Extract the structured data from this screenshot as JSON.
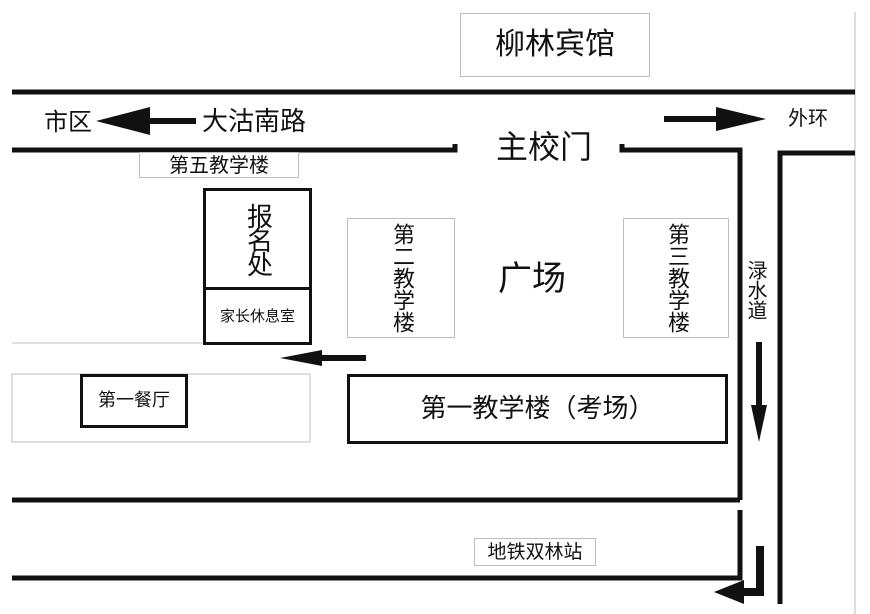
{
  "map": {
    "hotel": "柳林宾馆",
    "road_main": "大沽南路",
    "to_city": "市区",
    "to_outer_ring": "外环",
    "main_gate": "主校门",
    "building_5": "第五教学楼",
    "registration": "报名处",
    "parent_lounge": "家长休息室",
    "building_2": "第二教学楼",
    "plaza": "广场",
    "building_3": "第三教学楼",
    "side_road": "渌水道",
    "canteen_1": "第一餐厅",
    "building_1_exam": "第一教学楼（考场）",
    "metro_station": "地铁双林站"
  },
  "colors": {
    "line": "#111111",
    "thin_border": "#bdbdbd"
  }
}
